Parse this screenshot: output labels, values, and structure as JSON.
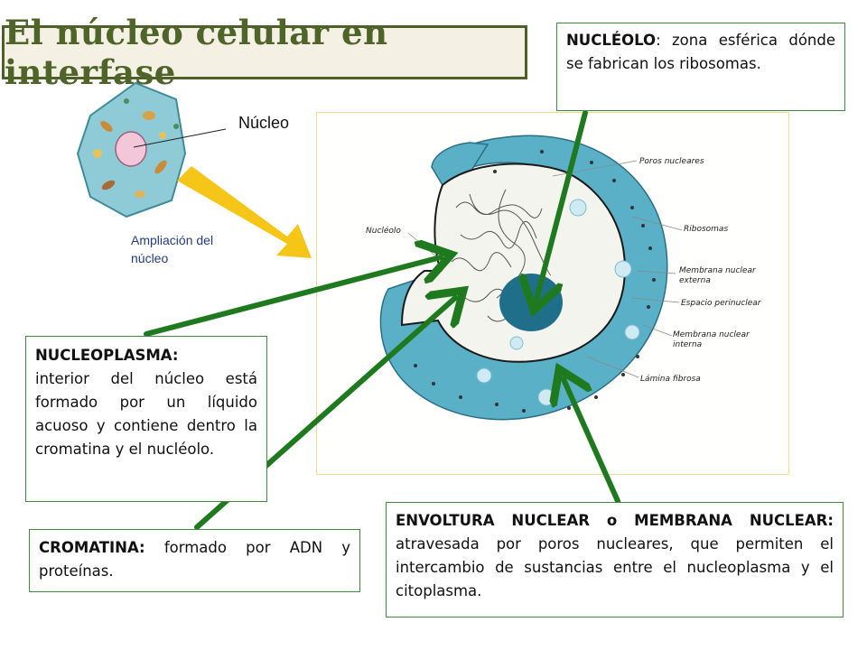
{
  "title": "El núcleo celular en interfase",
  "small_labels": {
    "nucleus": "Núcleo",
    "enlargement_line1": "Ampliación del",
    "enlargement_line2": "núcleo"
  },
  "diagram_labels": {
    "poros": "Poros nucleares",
    "nucleolo": "Nucléolo",
    "ribosomas": "Ribosomas",
    "membrana_externa_1": "Membrana nuclear",
    "membrana_externa_2": "externa",
    "espacio": "Espacio perinuclear",
    "membrana_interna_1": "Membrana nuclear",
    "membrana_interna_2": "interna",
    "lamina": "Lámina fibrosa"
  },
  "boxes": {
    "nucleolo": {
      "term": "NUCLÉOLO",
      "text": ": zona esférica dónde se fabrican los ribosomas."
    },
    "nucleoplasma": {
      "term": "NUCLEOPLASMA:",
      "text": "interior del núcleo está formado por un líquido acuoso y contiene dentro la cromatina y el nucléolo."
    },
    "cromatina": {
      "term": "CROMATINA:",
      "text": " formado por ADN y proteínas."
    },
    "envoltura": {
      "term": "ENVOLTURA NUCLEAR o MEMBRANA NUCLEAR:",
      "text": " atravesada por poros nucleares, que permiten el intercambio de sustancias entre el nucleoplasma y el citoplasma."
    }
  },
  "colors": {
    "title": "#4e6428",
    "arrow_green": "#1f7a1f",
    "nucleus_blue": "#5ab0c7",
    "nucleolus": "#1f6f8b",
    "big_arrow": "#f5c518"
  }
}
